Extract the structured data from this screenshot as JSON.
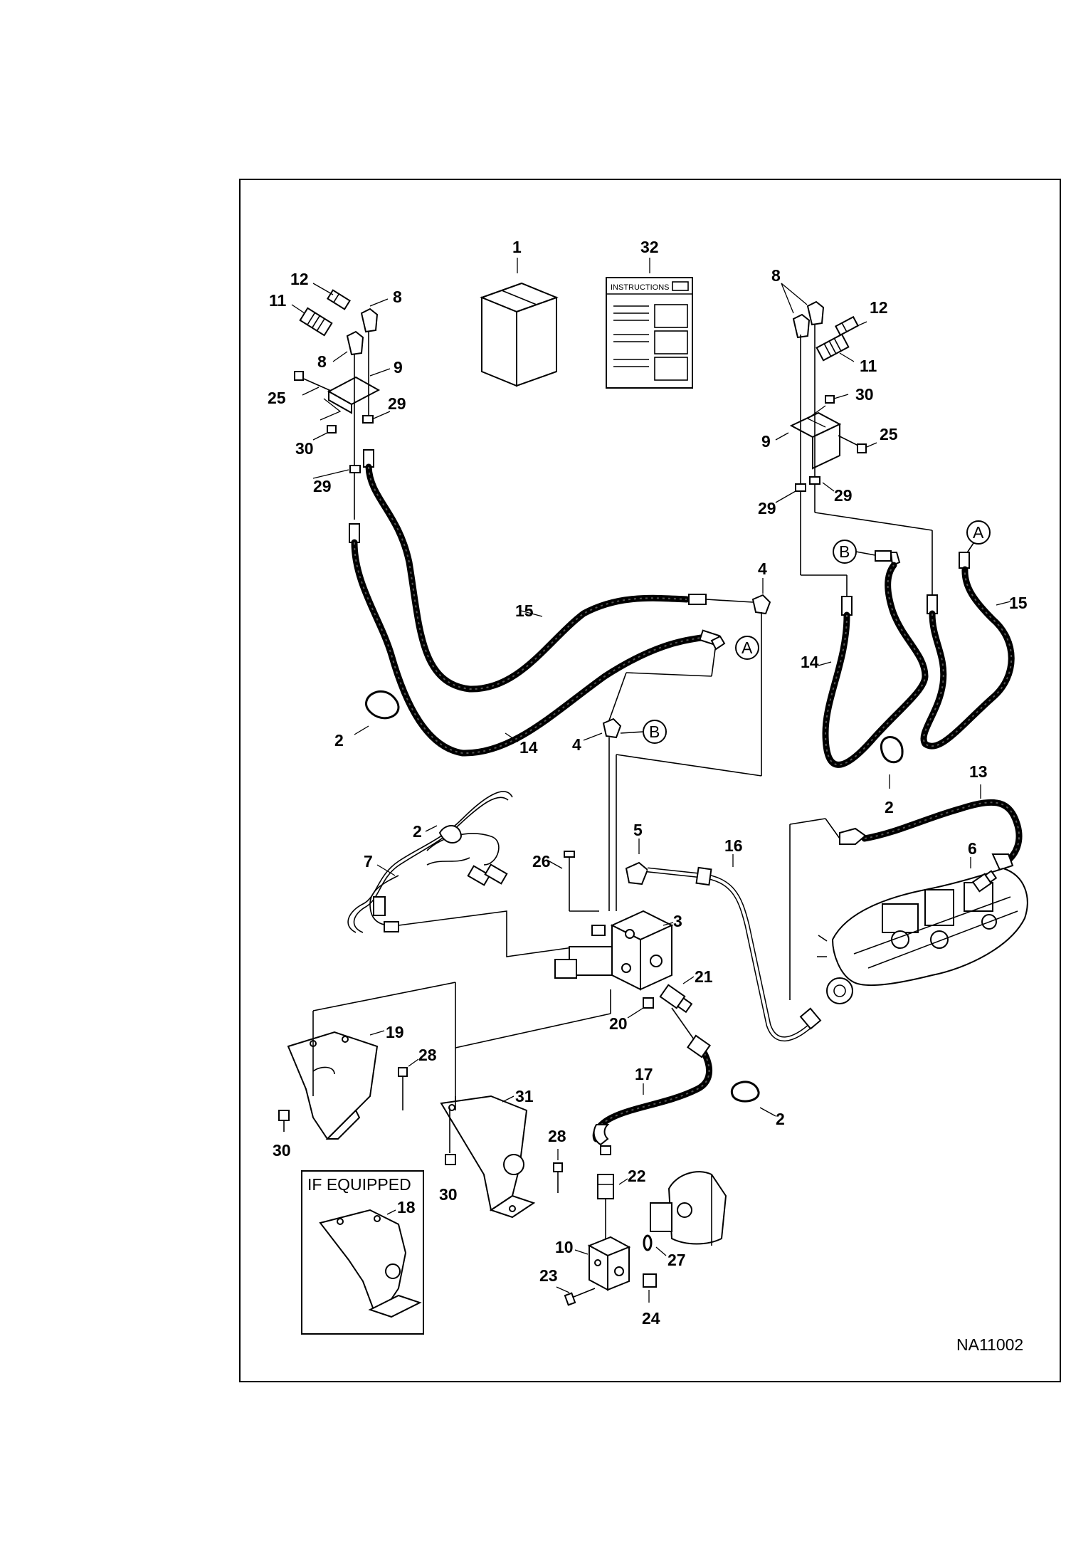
{
  "diagram": {
    "figure_id": "NA11002",
    "if_equipped_label": "IF EQUIPPED",
    "instructions_label": "INSTRUCTIONS",
    "callouts": {
      "c1": "1",
      "c32": "32",
      "c12_left": "12",
      "c8_left_top": "8",
      "c11_left": "11",
      "c8_left_mid": "8",
      "c9_left": "9",
      "c25_left": "25",
      "c29_left_a": "29",
      "c30_left": "30",
      "c29_left_b": "29",
      "c8_right": "8",
      "c12_right": "12",
      "c11_right": "11",
      "c30_right": "30",
      "c9_right": "9",
      "c25_right": "25",
      "c29_right_a": "29",
      "c29_right_b": "29",
      "cA_right": "A",
      "cB_right": "B",
      "c15_right": "15",
      "c14_right": "14",
      "c4_top": "4",
      "c15_left": "15",
      "cA_mid": "A",
      "c2_left": "2",
      "c14_left": "14",
      "c4_mid": "4",
      "cB_mid": "B",
      "c2_right": "2",
      "c13": "13",
      "c2_harness": "2",
      "c7": "7",
      "c5": "5",
      "c16": "16",
      "c26": "26",
      "c3": "3",
      "c6": "6",
      "c21": "21",
      "c20": "20",
      "c19": "19",
      "c28_left": "28",
      "c30_bottom_left": "30",
      "c31": "31",
      "c28_right": "28",
      "c30_bottom_mid": "30",
      "c17": "17",
      "c2_bottom": "2",
      "c22": "22",
      "c18": "18",
      "c10": "10",
      "c27": "27",
      "c23": "23",
      "c24": "24"
    }
  }
}
